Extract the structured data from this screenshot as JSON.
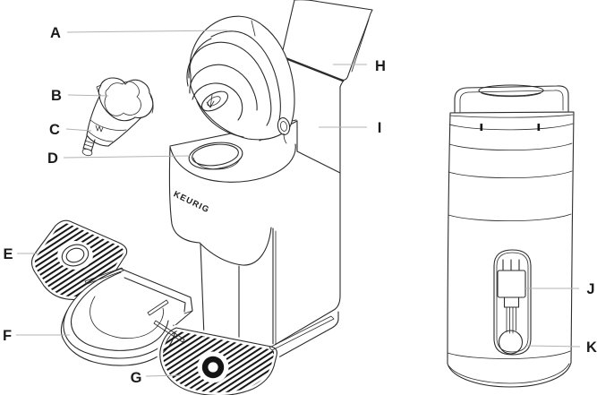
{
  "diagram": {
    "brand_logo": "KEURIG",
    "callouts": [
      {
        "letter": "A"
      },
      {
        "letter": "B"
      },
      {
        "letter": "C"
      },
      {
        "letter": "D"
      },
      {
        "letter": "E"
      },
      {
        "letter": "F"
      },
      {
        "letter": "G"
      },
      {
        "letter": "H"
      },
      {
        "letter": "I"
      },
      {
        "letter": "J"
      },
      {
        "letter": "K"
      }
    ],
    "colors": {
      "line": "#2b2b2b",
      "leader": "#b3b3b3",
      "label": "#1b1b1b",
      "hatch": "#141414",
      "background": "#ffffff"
    }
  }
}
